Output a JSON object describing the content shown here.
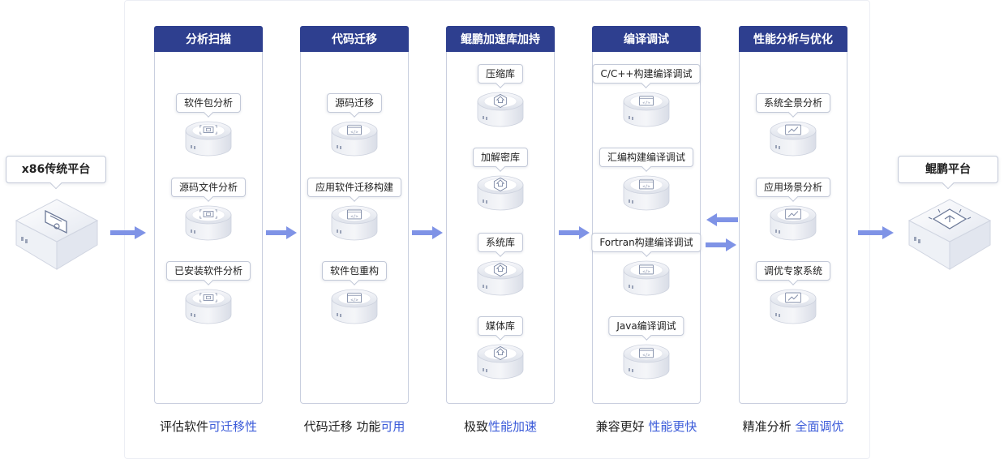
{
  "platforms": {
    "source": "x86传统平台",
    "target": "鲲鹏平台"
  },
  "columns": [
    {
      "title": "分析扫描",
      "icon": "chip-icon",
      "items": [
        "软件包分析",
        "源码文件分析",
        "已安装软件分析"
      ],
      "caption_plain": "评估软件",
      "caption_highlight": "可迁移性"
    },
    {
      "title": "代码迁移",
      "icon": "code-window-icon",
      "items": [
        "源码迁移",
        "应用软件迁移构建",
        "软件包重构"
      ],
      "caption_plain": "代码迁移 功能",
      "caption_highlight": "可用"
    },
    {
      "title": "鲲鹏加速库加持",
      "icon": "accelerate-icon",
      "items": [
        "压缩库",
        "加解密库",
        "系统库",
        "媒体库"
      ],
      "caption_plain": "极致",
      "caption_highlight": "性能加速"
    },
    {
      "title": "编译调试",
      "icon": "code-window-icon",
      "items": [
        "C/C++构建编译调试",
        "汇编构建编译调试",
        "Fortran构建编译调试",
        "Java编译调试"
      ],
      "caption_plain": "兼容更好 ",
      "caption_highlight": "性能更快"
    },
    {
      "title": "性能分析与优化",
      "icon": "chart-window-icon",
      "items": [
        "系统全景分析",
        "应用场景分析",
        "调优专家系统"
      ],
      "caption_plain": "精准分析 ",
      "caption_highlight": "全面调优"
    }
  ],
  "colors": {
    "header": "#2e3f8f",
    "highlight": "#3b5bd9",
    "arrow": "#7f93e6"
  }
}
